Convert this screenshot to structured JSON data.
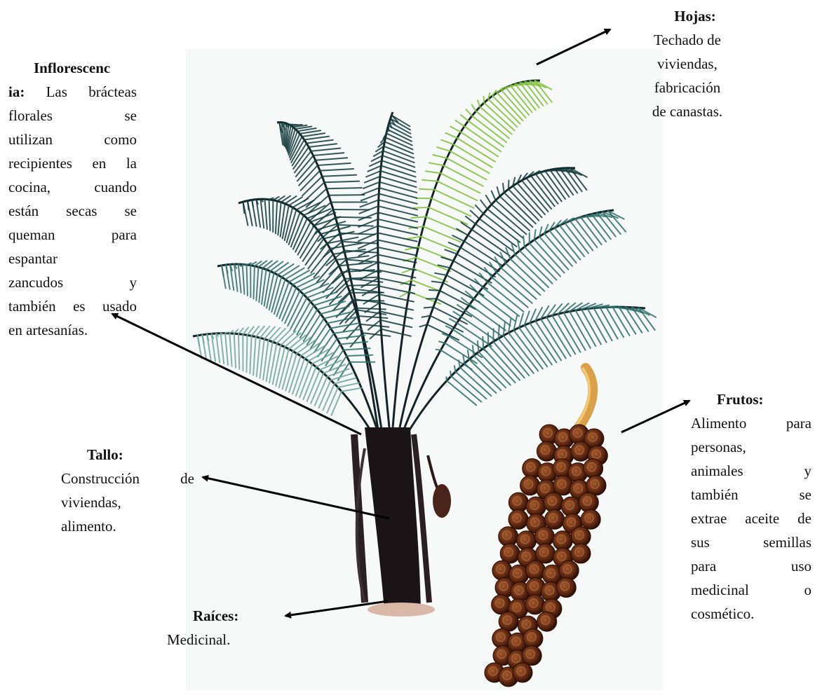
{
  "labels": {
    "hojas": {
      "title": "Hojas:",
      "lines": [
        "Techado de",
        "viviendas,",
        "fabricación",
        "de canastas."
      ]
    },
    "inflorescencia": {
      "title_line": "Inflorescenc",
      "lead": "ia:",
      "first_rest": "Las brácteas",
      "lines": [
        "florales se",
        "utilizan como",
        "recipientes en la",
        "cocina, cuando",
        "están secas se",
        "queman para",
        "espantar",
        "zancudos y",
        "también es usado",
        "en artesanías."
      ]
    },
    "tallo": {
      "title": "Tallo:",
      "lines": [
        "Construcción de",
        "viviendas,",
        "alimento."
      ]
    },
    "raices": {
      "title": "Raíces:",
      "lines": [
        "Medicinal."
      ]
    },
    "frutos": {
      "title": "Frutos:",
      "lines": [
        "Alimento para",
        "personas,",
        "animales y",
        "también se",
        "extrae aceite de",
        "sus semillas",
        "para uso",
        "medicinal o",
        "cosmético."
      ]
    }
  },
  "colors": {
    "frond_dark": "#123a3c",
    "frond_mid": "#2d6e6a",
    "frond_light": "#6fa79a",
    "frond_bright": "#7fbf3a",
    "trunk": "#1a1416",
    "fruit": "#5a2410",
    "fruit_light": "#8a3f1c",
    "stalk": "#d9a24a",
    "arrow": "#000000"
  }
}
